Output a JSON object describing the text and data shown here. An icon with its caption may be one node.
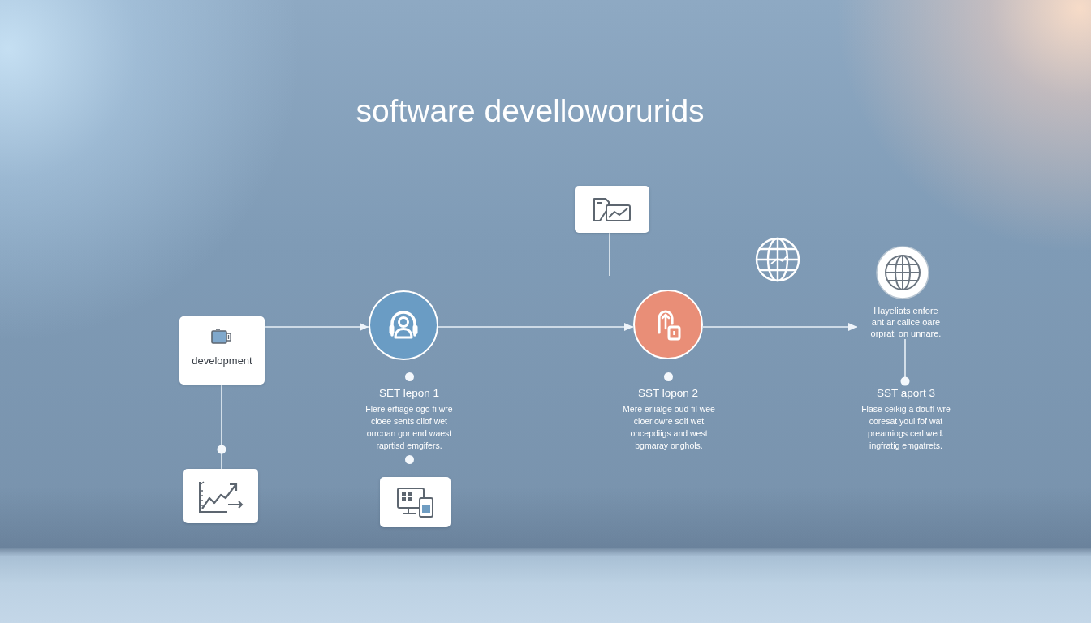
{
  "diagram": {
    "title": "software develloworurids",
    "nodes": [
      {
        "text": [
          "development"
        ]
      },
      {
        "text": [],
        "shape": "circle"
      },
      {
        "text": [],
        "shape": "box"
      },
      {
        "text": [],
        "shape": "circle"
      },
      {
        "text": [
          "Hayeliats enfore ant ar calice oare orpratl on unnare."
        ]
      },
      {
        "text": [],
        "shape": "box"
      },
      {
        "text": [],
        "shape": "box"
      },
      {
        "text": [
          "SST aport 3",
          "Flase ceikig a doufl wre coresat youl fof wat preamiogs cerl wed. ingfratig emgatrets."
        ]
      }
    ],
    "edges": [
      {
        "from": 0,
        "to": 1,
        "arrow": "to"
      },
      {
        "from": 1,
        "to": 3,
        "arrow": "to"
      },
      {
        "from": 3,
        "to": 4,
        "arrow": "to"
      },
      {
        "from": 0,
        "to": 5,
        "arrow": "other"
      },
      {
        "from": 2,
        "to": null,
        "arrow": "none"
      },
      {
        "from": 4,
        "to": 7,
        "arrow": "other"
      }
    ],
    "labels": [
      "SET lepon 1",
      "Flere erfiage ogo fi wre cloee sents cilof wet orrcoan gor end waest raprtisd emgifers.",
      "SST lopon 2",
      "Mere erlialge oud fil wee cloer.owre solf wet oncepdiigs and west bgmaray onghols."
    ]
  }
}
